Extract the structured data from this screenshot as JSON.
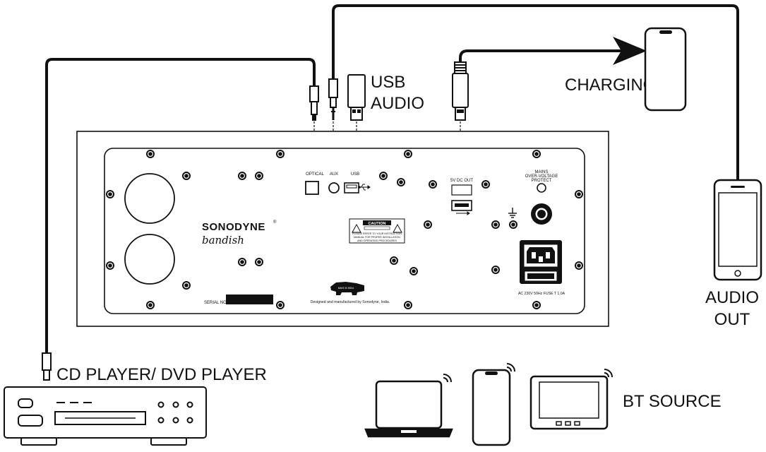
{
  "labels": {
    "usb_audio_line1": "USB",
    "usb_audio_line2": "AUDIO",
    "charging": "CHARGING",
    "audio_out_line1": "AUDIO",
    "audio_out_line2": "OUT",
    "cd_player": "CD PLAYER/ DVD PLAYER",
    "bt_source": "BT SOURCE"
  },
  "panel": {
    "brand": "SONODYNE",
    "brand_registered": "®",
    "model": "bandish",
    "port_optical": "OPTICAL",
    "port_aux": "AUX",
    "port_usb": "USB",
    "port_5v_dc_out": "5V DC OUT",
    "mains_line1": "MAINS",
    "mains_line2": "OVER-VOLTAGE",
    "mains_line3": "PROTECT",
    "caution_title": "CAUTION",
    "caution_line1": "PLEASE REFER TO YOUR INSTRUCTION",
    "caution_line2": "MANUAL FOR PROPER INSTALLATION",
    "caution_line3": "AND OPERATING PROCEDURES",
    "make_in_india": "MAKE IN INDIA",
    "designed_by": "Designed and manufactured by Sonodyne, India.",
    "serial_label": "SERIAL NO.",
    "power_rating": "AC 230V 50Hz  FUSE T 1,0A"
  }
}
